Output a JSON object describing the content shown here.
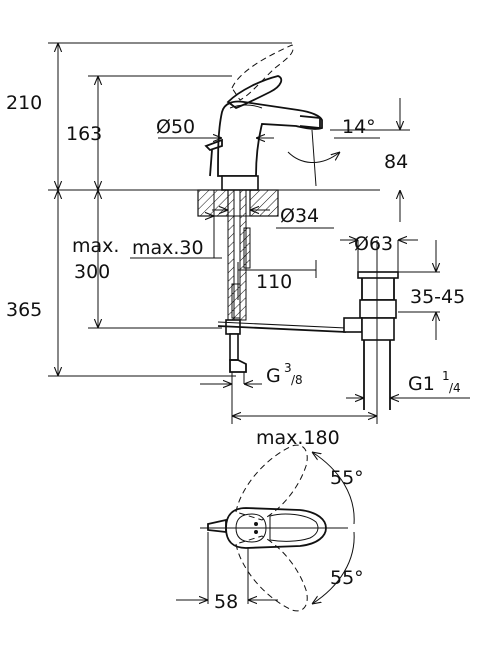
{
  "labels": {
    "d210": "210",
    "d163": "163",
    "d50": "Ø50",
    "d14": "14°",
    "d84": "84",
    "d34": "Ø34",
    "d63": "Ø63",
    "max": "max.",
    "d300": "300",
    "max30": "max.30",
    "d110": "110",
    "d3545": "35-45",
    "d365": "365",
    "g38_main": "G",
    "g38_sup": "3",
    "g38_sub": "/8",
    "g114_main": "G1",
    "g114_sup": "1",
    "g114_sub": "/4",
    "max180": "max.180",
    "a55_top": "55°",
    "a55_bot": "55°",
    "d58": "58"
  }
}
